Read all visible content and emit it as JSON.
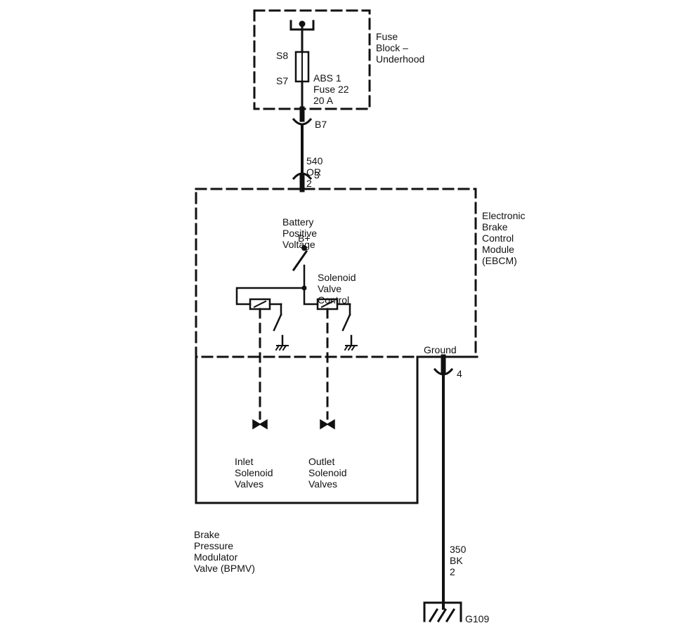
{
  "fuse_block": {
    "line1": "Fuse",
    "line2": "Block –",
    "line3": "Underhood"
  },
  "fuse": {
    "s8": "S8",
    "s7": "S7",
    "name1": "ABS 1",
    "name2": "Fuse 22",
    "rating": "20 A"
  },
  "wire_540": {
    "connector": "B7",
    "circuit": "540",
    "color": "OR",
    "gauge": "2"
  },
  "ebcm_pin_3": "3",
  "ebcm": {
    "line1": "Electronic",
    "line2": "Brake",
    "line3": "Control",
    "line4": "Module",
    "line5": "(EBCM)"
  },
  "battery_positive": {
    "line1": "Battery",
    "line2": "Positive",
    "line3": "Voltage"
  },
  "b_plus": "B+",
  "solenoid_control": {
    "line1": "Solenoid",
    "line2": "Valve",
    "line3": "Control"
  },
  "ground_label": "Ground",
  "ground_pin": "4",
  "inlet_valves": {
    "line1": "Inlet",
    "line2": "Solenoid",
    "line3": "Valves"
  },
  "outlet_valves": {
    "line1": "Outlet",
    "line2": "Solenoid",
    "line3": "Valves"
  },
  "bpmv": {
    "line1": "Brake",
    "line2": "Pressure",
    "line3": "Modulator",
    "line4": "Valve (BPMV)"
  },
  "wire_350": {
    "circuit": "350",
    "color": "BK",
    "gauge": "2"
  },
  "ground_point": "G109"
}
